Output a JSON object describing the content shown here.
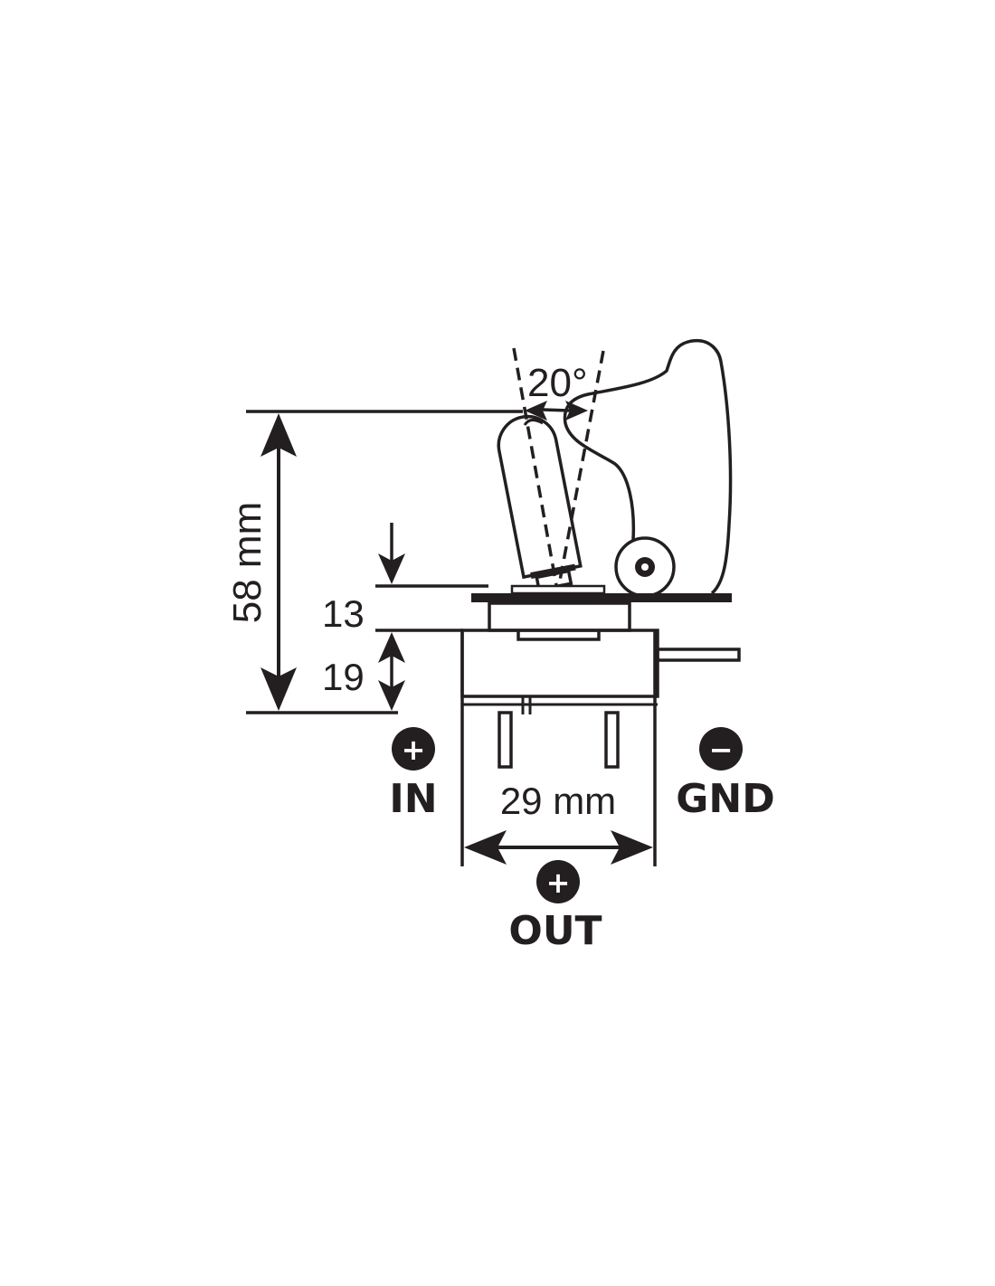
{
  "dimensions": {
    "total_height": "58 mm",
    "bushing_height": "13",
    "body_height": "19",
    "width": "29 mm",
    "angle": "20°"
  },
  "terminals": [
    {
      "symbol": "+",
      "label": "IN"
    },
    {
      "symbol": "−",
      "label": "GND"
    },
    {
      "symbol": "+",
      "label": "OUT"
    }
  ],
  "colors": {
    "ink": "#231f20",
    "background": "#ffffff"
  }
}
